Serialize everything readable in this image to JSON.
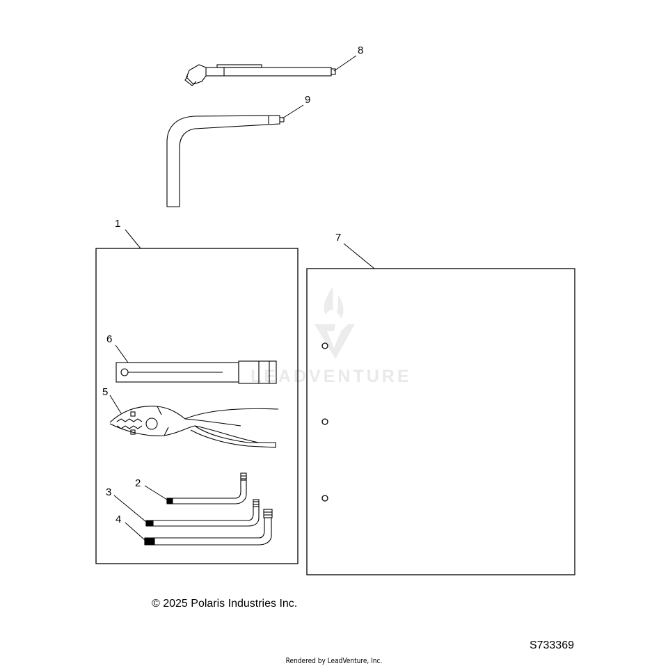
{
  "callouts": {
    "c1": "1",
    "c2": "2",
    "c3": "3",
    "c4": "4",
    "c5": "5",
    "c6": "6",
    "c7": "7",
    "c8": "8",
    "c9": "9"
  },
  "watermark": {
    "text": "LEADVENTURE",
    "icon": "leadventure-flame-logo"
  },
  "footer": {
    "copyright": "© 2025 Polaris Industries Inc.",
    "diagram_id": "S733369",
    "rendered_by": "Rendered by LeadVenture, Inc."
  },
  "colors": {
    "line": "#000000",
    "watermark": "#e9e9e9",
    "background": "#ffffff"
  }
}
